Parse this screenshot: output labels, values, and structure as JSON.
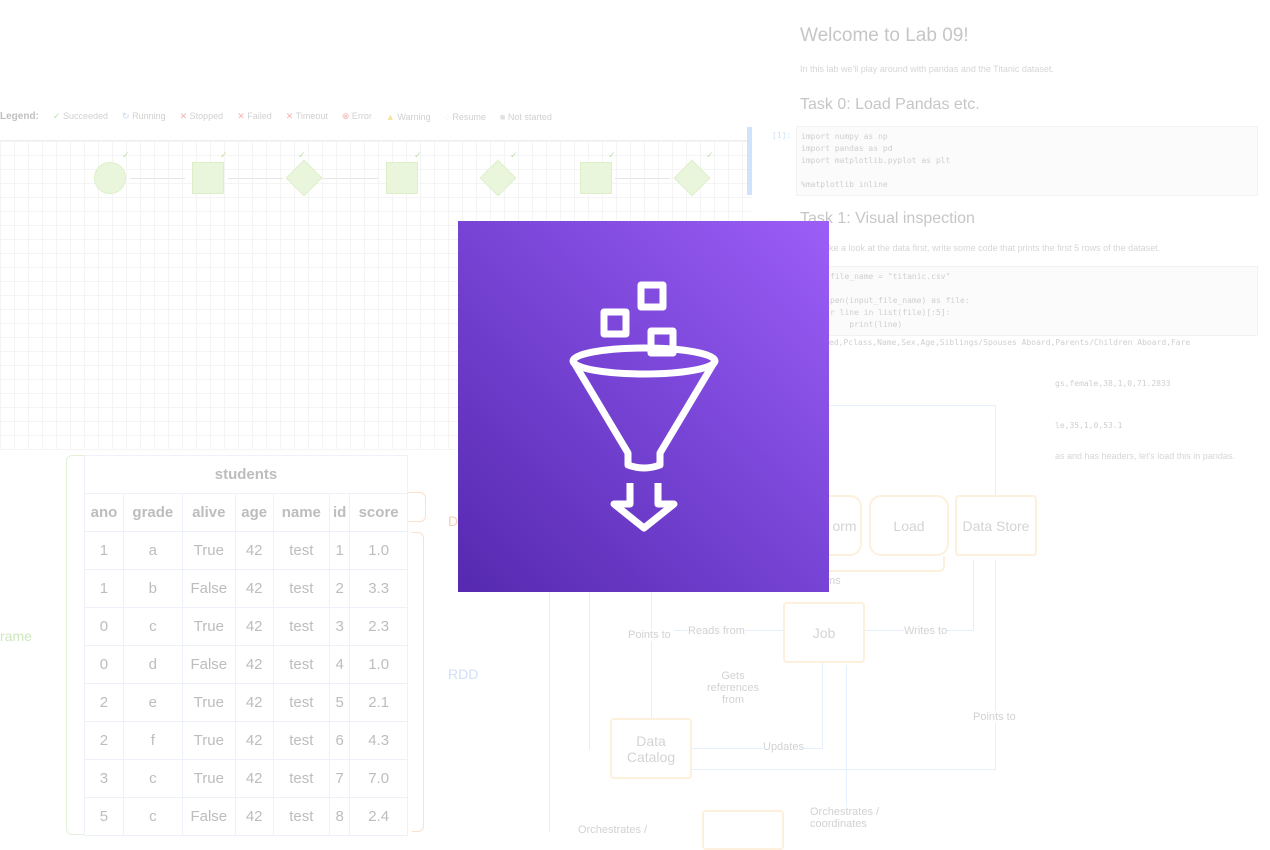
{
  "legend": {
    "title": "Legend:",
    "items": [
      {
        "label": "Succeeded",
        "icon": "check-icon",
        "color": "#8bc56a"
      },
      {
        "label": "Running",
        "icon": "refresh-icon",
        "color": "#6aa6e8"
      },
      {
        "label": "Stopped",
        "icon": "x-icon",
        "color": "#e57373"
      },
      {
        "label": "Failed",
        "icon": "x-icon",
        "color": "#e57373"
      },
      {
        "label": "Timeout",
        "icon": "x-icon",
        "color": "#e57373"
      },
      {
        "label": "Error",
        "icon": "error-icon",
        "color": "#e57373"
      },
      {
        "label": "Warning",
        "icon": "warning-icon",
        "color": "#f2cf5b"
      },
      {
        "label": "Resume",
        "icon": "resume-icon",
        "color": "#c9a8f0"
      },
      {
        "label": "Not started",
        "icon": "square-icon",
        "color": "#cccccc"
      }
    ]
  },
  "notebook": {
    "title": "Welcome to Lab 09!",
    "intro": "In this lab we'll play around with pandas and the Titanic dataset.",
    "task0": "Task 0: Load Pandas etc.",
    "prompt1": "[1]:",
    "code1": [
      "import numpy as np",
      "import pandas as pd",
      "import matplotlib.pyplot as plt",
      "",
      "%matplotlib inline"
    ],
    "task1": "Task 1: Visual inspection",
    "task1_text": "ke a look at the data first, write some code that prints the first 5 rows of the dataset.",
    "code2": [
      "file_name = \"titanic.csv\"",
      "",
      "pen(input_file_name) as file:",
      "r line in list(file)[:5]:",
      "    print(line)"
    ],
    "output": [
      "ed,Pclass,Name,Sex,Age,Siblings/Spouses Aboard,Parents/Children Aboard,Fare",
      "gs,female,38,1,0,71.2833",
      "le,35,1,0,53.1",
      "as and has headers, let's load this in pandas."
    ]
  },
  "table": {
    "title": "students",
    "columns": [
      "ano",
      "grade",
      "alive",
      "age",
      "name",
      "id",
      "score"
    ],
    "rows": [
      [
        "1",
        "a",
        "True",
        "42",
        "test",
        "1",
        "1.0"
      ],
      [
        "1",
        "b",
        "False",
        "42",
        "test",
        "2",
        "3.3"
      ],
      [
        "0",
        "c",
        "True",
        "42",
        "test",
        "3",
        "2.3"
      ],
      [
        "0",
        "d",
        "False",
        "42",
        "test",
        "4",
        "1.0"
      ],
      [
        "2",
        "e",
        "True",
        "42",
        "test",
        "5",
        "2.1"
      ],
      [
        "2",
        "f",
        "True",
        "42",
        "test",
        "6",
        "4.3"
      ],
      [
        "3",
        "c",
        "True",
        "42",
        "test",
        "7",
        "7.0"
      ],
      [
        "5",
        "c",
        "False",
        "42",
        "test",
        "8",
        "2.4"
      ]
    ],
    "label_left": "rame",
    "label_rdd": "RDD",
    "label_d": "D"
  },
  "diagram": {
    "transform": "orm",
    "load": "Load",
    "data_store": "Data Store",
    "job": "Job",
    "data_catalog": "Data Catalog",
    "reads_from": "Reads from",
    "writes_to": "Writes to",
    "points_to_a": "Points to",
    "points_to_b": "Points to",
    "gets_refs": "Gets references from",
    "updates": "Updates",
    "orchestrates": "Orchestrates / coordinates",
    "orchestrates2": "Orchestrates /",
    "ms": "ms"
  },
  "logo": {
    "name": "data-pipeline-funnel-logo"
  }
}
